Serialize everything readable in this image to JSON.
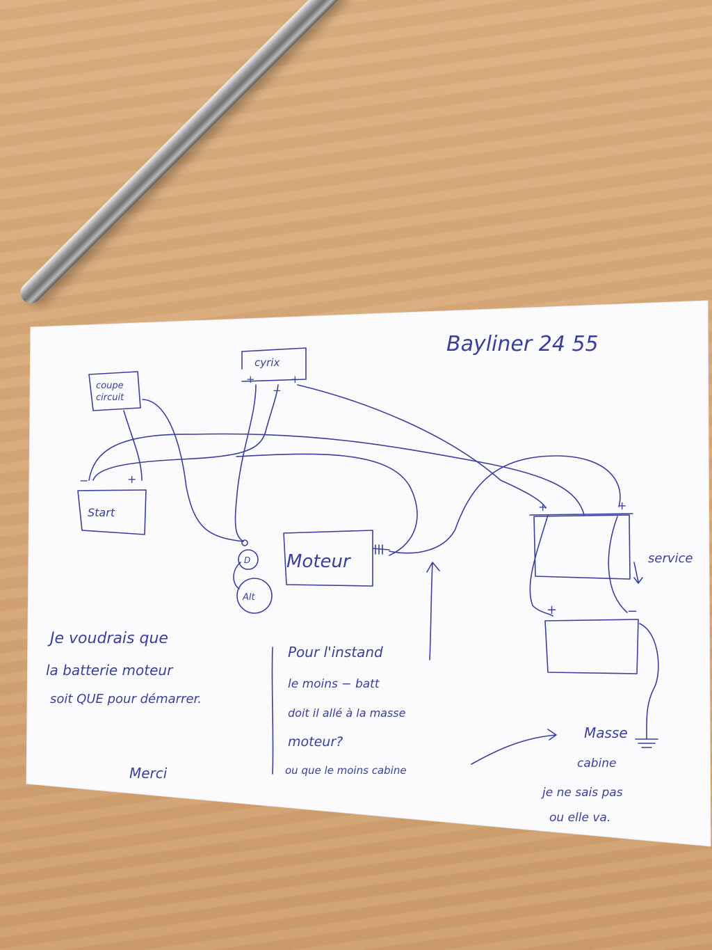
{
  "colors": {
    "ink": "#3a3f9e",
    "paper": "#fbfbfd",
    "table": "#d9a877"
  },
  "header": {
    "title": "Bayliner 24 55"
  },
  "components": {
    "coupe_circuit": [
      "coupe",
      "circuit"
    ],
    "cyrix": "cyrix",
    "start": "Start",
    "moteur": "Moteur",
    "d": "D",
    "alt": "Alt",
    "service": "service",
    "masse": "Masse"
  },
  "terminals": {
    "plus": "+",
    "minus": "−"
  },
  "notes": {
    "left": [
      "Je voudrais que",
      "la batterie moteur",
      "soit QUE pour démarrer."
    ],
    "merci": "Merci",
    "middle": [
      "Pour l'instand",
      "le moins − batt",
      "doit il allé à la masse",
      "moteur?",
      "ou que le moins cabine"
    ],
    "right": [
      "cabine",
      "je ne sais pas",
      "ou elle va."
    ]
  }
}
